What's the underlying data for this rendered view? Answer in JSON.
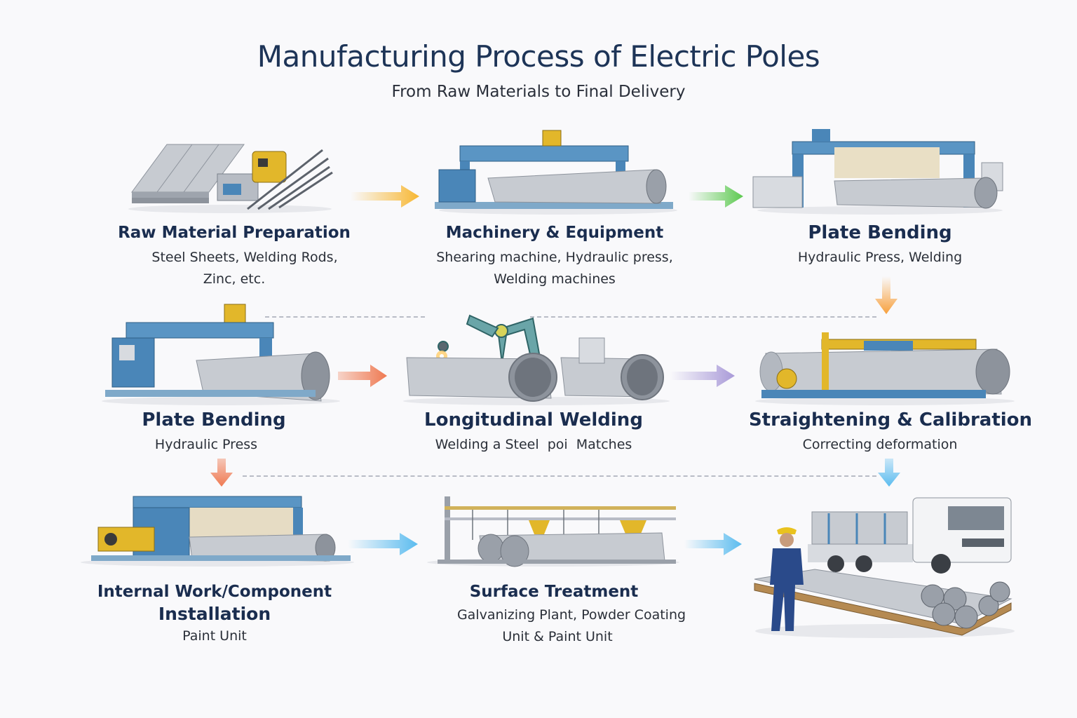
{
  "header": {
    "title": "Manufacturing Process of Electric Poles",
    "subtitle": "From Raw Materials to Final Delivery"
  },
  "steps": [
    {
      "title": "Raw Material Preparation",
      "desc_lines": [
        "Steel Sheets, Welding Rods,",
        "Zinc, etc."
      ],
      "illustration": "steel-sheets-and-rods"
    },
    {
      "title": "Machinery & Equipment",
      "desc_lines": [
        "Shearing machine, Hydraulic press,",
        "Welding machines"
      ],
      "illustration": "shearing-machine"
    },
    {
      "title": "Plate Bending",
      "desc_lines": [
        "Hydraulic Press, Welding"
      ],
      "illustration": "bending-press"
    },
    {
      "title": "Plate Bending",
      "desc_lines": [
        "Hydraulic Press"
      ],
      "illustration": "hydraulic-press"
    },
    {
      "title": "Longitudinal Welding",
      "desc_lines": [
        "Welding a Steel  poi  Matches"
      ],
      "illustration": "robotic-welder"
    },
    {
      "title": "Straightening & Calibration",
      "desc_lines": [
        "Correcting deformation"
      ],
      "illustration": "straightening-machine"
    },
    {
      "title": "Internal Work/Component",
      "title2": "Installation",
      "desc_lines": [
        "Paint Unit"
      ],
      "illustration": "component-installation-machine"
    },
    {
      "title": "Surface Treatment",
      "desc_lines": [
        "Galvanizing Plant, Powder Coating",
        "Unit & Paint Unit"
      ],
      "illustration": "galvanizing-line"
    },
    {
      "title": "",
      "desc_lines": [],
      "illustration": "delivery-truck-and-worker"
    }
  ],
  "arrows": [
    {
      "from": 1,
      "to": 2,
      "direction": "right",
      "color": "#f7b733"
    },
    {
      "from": 2,
      "to": 3,
      "direction": "right",
      "color": "#5cc94f"
    },
    {
      "from": 3,
      "to": 6,
      "direction": "down",
      "color": "#f7a03c"
    },
    {
      "from": 4,
      "to": 5,
      "direction": "right",
      "color": "#ef7a52"
    },
    {
      "from": 5,
      "to": 6,
      "direction": "right",
      "color": "#a99ad8"
    },
    {
      "from": 4,
      "to": 7,
      "direction": "down",
      "color": "#ef7a52"
    },
    {
      "from": 6,
      "to": 9,
      "direction": "down",
      "color": "#5bbcef"
    },
    {
      "from": 7,
      "to": 8,
      "direction": "right",
      "color": "#5bbcef"
    },
    {
      "from": 8,
      "to": 9,
      "direction": "right",
      "color": "#5bbcef"
    }
  ],
  "colors": {
    "title": "#1d3457",
    "heading": "#1a2d4f",
    "machine_blue": "#4a86b8",
    "machine_yellow": "#e2b72a",
    "steel": "#b9bec6",
    "background": "#f9f9fb"
  }
}
